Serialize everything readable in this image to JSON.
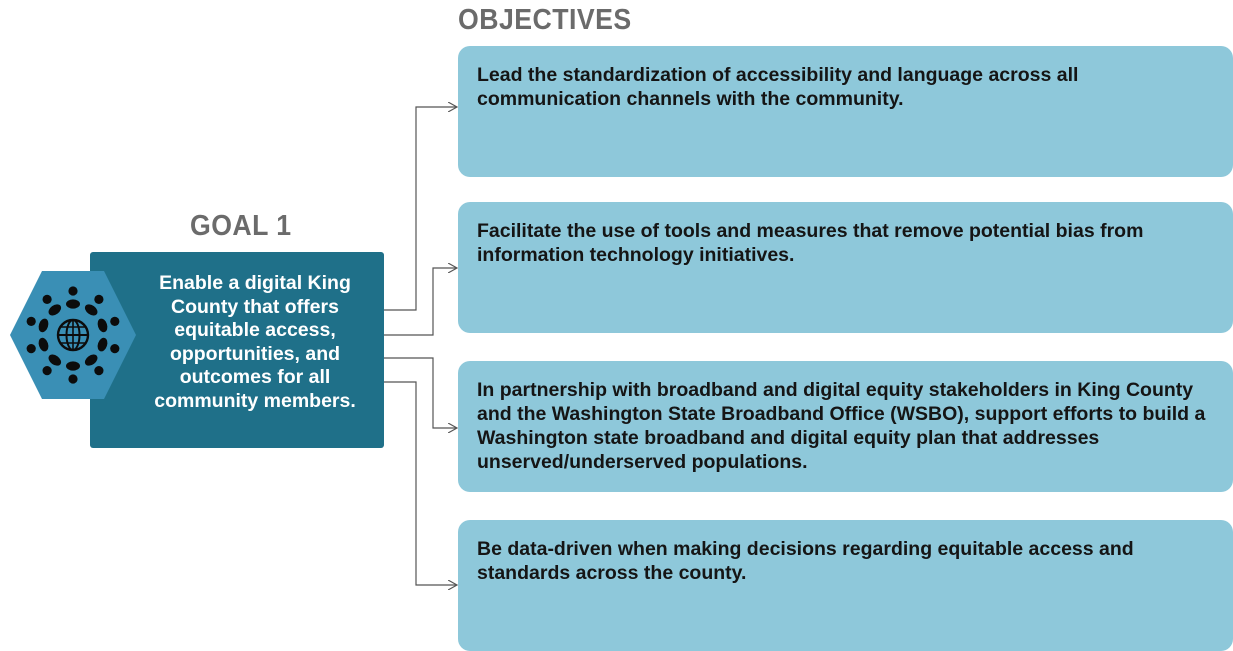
{
  "objectives_heading": "OBJECTIVES",
  "goal": {
    "heading": "GOAL 1",
    "text": "Enable a digital King County that offers equitable access, opportunities, and outcomes for all community members.",
    "icon": "globe-community-icon"
  },
  "objectives": [
    "Lead the standardization of accessibility and language across all communication channels with the community.",
    "Facilitate the use of tools and measures that remove potential bias from information technology initiatives.",
    "In partnership with broadband and digital equity stakeholders in King County and the Washington State Broadband Office (WSBO), support efforts to build a Washington state broadband and digital equity plan that addresses unserved/underserved populations.",
    "Be data-driven when making decisions regarding equitable access and standards across the county."
  ],
  "colors": {
    "goal_box": "#1f7089",
    "objective_box": "#8ec8da",
    "hexagon": "#3a8fb5",
    "heading": "#6b6b6b"
  }
}
